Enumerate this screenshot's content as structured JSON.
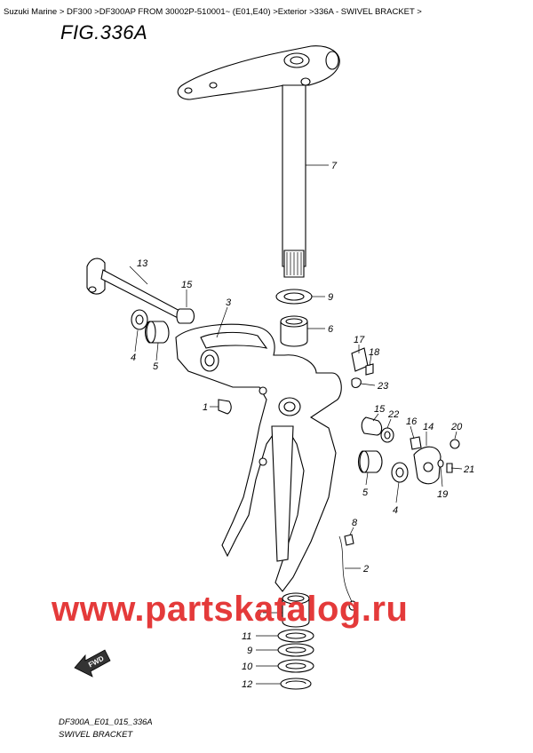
{
  "breadcrumb": "Suzuki Marine > DF300 >DF300AP FROM 30002P-510001~ (E01,E40) >Exterior >336A - SWIVEL BRACKET >",
  "figure_title": "FIG.336A",
  "watermark": "www.partskatalog.ru",
  "fwd_label": "FWD",
  "footer": {
    "code": "DF300A_E01_015_336A",
    "caption": "SWIVEL BRACKET"
  },
  "callouts": {
    "c7": "7",
    "c13": "13",
    "c15a": "15",
    "c3": "3",
    "c9a": "9",
    "c6a": "6",
    "c4a": "4",
    "c5a": "5",
    "c17": "17",
    "c18": "18",
    "c23": "23",
    "c1": "1",
    "c15b": "15",
    "c22": "22",
    "c16": "16",
    "c14": "14",
    "c20": "20",
    "c21": "21",
    "c19": "19",
    "c5b": "5",
    "c4b": "4",
    "c8": "8",
    "c2": "2",
    "c6b": "6",
    "c11": "11",
    "c9b": "9",
    "c10": "10",
    "c12": "12"
  },
  "colors": {
    "watermark": "#e43a3a",
    "line": "#000000",
    "fwd_fill": "#333333"
  }
}
